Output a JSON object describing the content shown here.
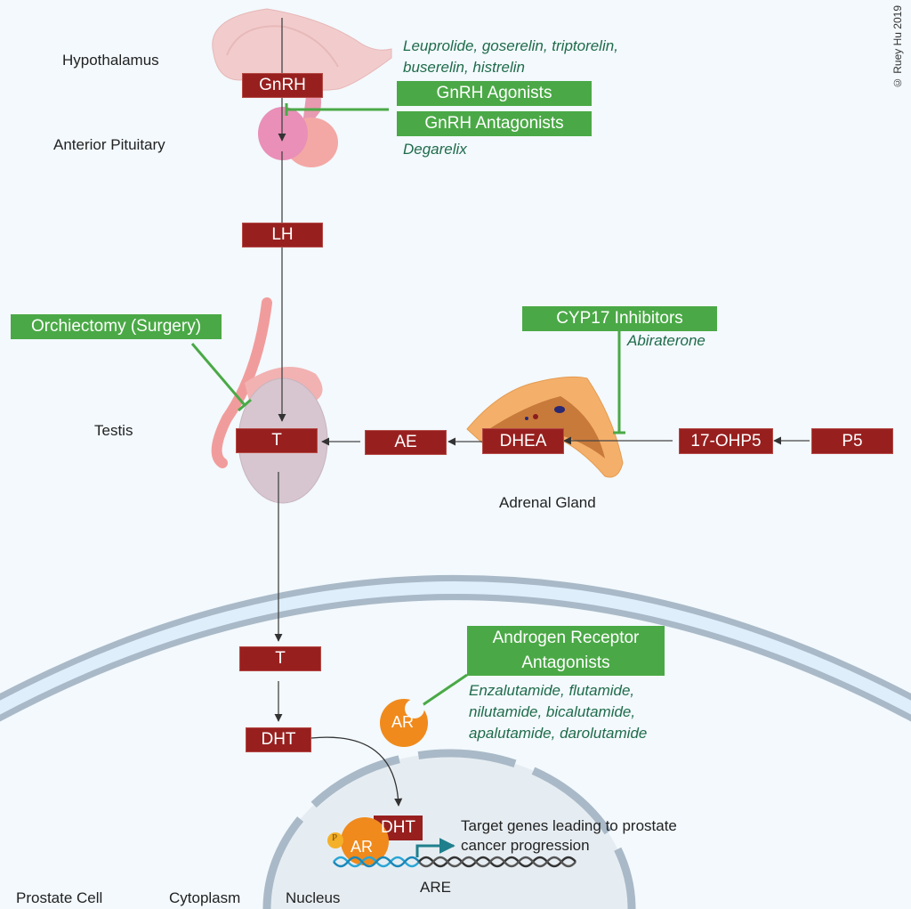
{
  "copyright": "© Ruey Hu 2019",
  "colors": {
    "hormone_box": "#97201f",
    "drug_box": "#4aa946",
    "drug_text": "#1f6b4a",
    "arrow": "#444444",
    "inhibit_line": "#4aa946",
    "receptor": "#f08a1c",
    "membrane": "#a9b9c7",
    "background": "#f3f9fd"
  },
  "organs": {
    "hypothalamus": "Hypothalamus",
    "anterior_pituitary": "Anterior Pituitary",
    "testis": "Testis",
    "adrenal_gland": "Adrenal Gland"
  },
  "hormones": {
    "gnrh": "GnRH",
    "lh": "LH",
    "t_testis": "T",
    "ae": "AE",
    "dhea": "DHEA",
    "ohp5": "17-OHP5",
    "p5": "P5",
    "t_cell": "T",
    "dht": "DHT",
    "dht_bound": "DHT"
  },
  "drug_classes": {
    "gnrh_agonists": "GnRH Agonists",
    "gnrh_antagonists": "GnRH Antagonists",
    "orchiectomy": "Orchiectomy (Surgery)",
    "cyp17": "CYP17 Inhibitors",
    "ar_antagonists_line1": "Androgen Receptor",
    "ar_antagonists_line2": "Antagonists"
  },
  "drugs": {
    "gnrh_agonists_line1": "Leuprolide, goserelin, triptorelin,",
    "gnrh_agonists_line2": "buserelin,  histrelin",
    "gnrh_antagonists": "Degarelix",
    "cyp17": "Abiraterone",
    "ar_line1": "Enzalutamide, flutamide,",
    "ar_line2": "nilutamide, bicalutamide,",
    "ar_line3": "apalutamide, darolutamide"
  },
  "cell": {
    "ar": "AR",
    "ar_bound": "AR",
    "phospho": "P",
    "are": "ARE",
    "target_line1": "Target genes leading to prostate",
    "target_line2": "cancer progression",
    "prostate_cell": "Prostate Cell",
    "cytoplasm": "Cytoplasm",
    "nucleus": "Nucleus"
  }
}
